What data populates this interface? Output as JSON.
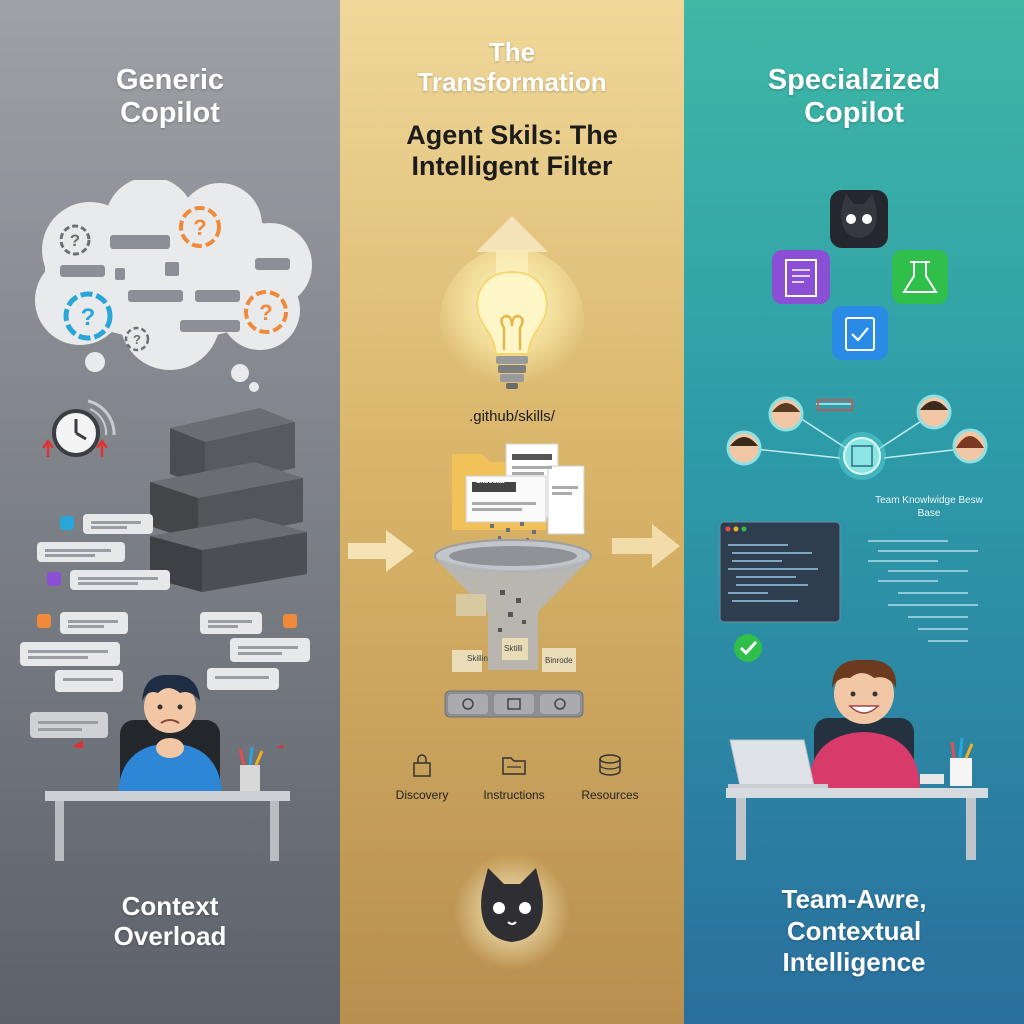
{
  "left": {
    "title_line1": "Generic",
    "title_line2": "Copilot",
    "caption_line1": "Context",
    "caption_line2": "Overload"
  },
  "middle": {
    "header_line1": "The",
    "header_line2": "Transformation",
    "title_line1": "Agent Skils: The",
    "title_line2": "Intelligent Filter",
    "path_label": ".github/skills/",
    "doc_label_1": "SK GANCES",
    "doc_label_2": "Sksosaa",
    "funnel_tag_1": "Skillin",
    "funnel_tag_2": "Sktilli",
    "funnel_tag_3": "Binrode",
    "steps": [
      {
        "label": "Discovery",
        "icon": "lock-icon"
      },
      {
        "label": "Instructions",
        "icon": "folder-icon"
      },
      {
        "label": "Resources",
        "icon": "database-icon"
      }
    ]
  },
  "right": {
    "title_line1": "Specialzized",
    "title_line2": "Copilot",
    "kb_line1": "Team Knowlwidge Besw",
    "kb_line2": "Base",
    "caption_line1": "Team-Awre,",
    "caption_line2": "Contextual",
    "caption_line3": "Intelligence"
  },
  "colors": {
    "left_bg": "#7c8087",
    "middle_bg": "#d9b56a",
    "right_bg": "#2d9aa8",
    "accent_orange": "#f08a3a",
    "accent_blue": "#2aa5d8",
    "success_green": "#2fbf4a",
    "purple": "#8b4fd6"
  }
}
